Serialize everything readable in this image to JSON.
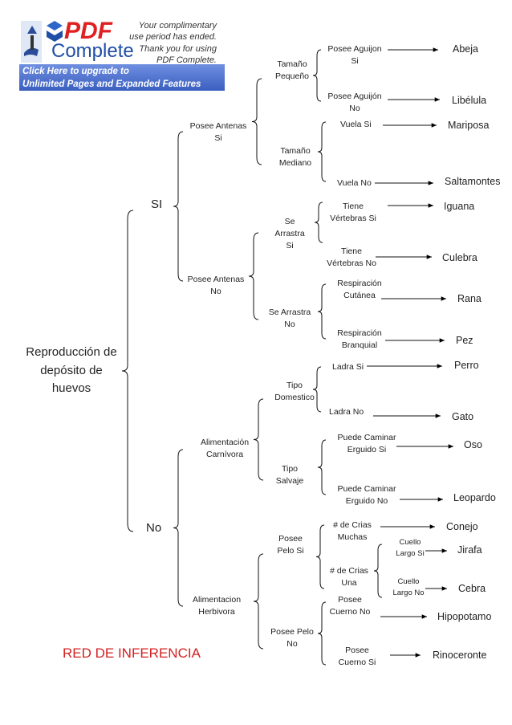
{
  "banner": {
    "brand_pdf": "PDF",
    "brand_complete": "Complete",
    "slogan": [
      "Your complimentary",
      "use period has ended.",
      "Thank you for using",
      "PDF Complete."
    ],
    "upgrade_line1": "Click Here to upgrade to",
    "upgrade_line2": "Unlimited Pages and Expanded Features"
  },
  "title": "RED DE INFERENCIA",
  "root": [
    "Reproducción de",
    "depósito de",
    "huevos"
  ],
  "level1": {
    "si": "SI",
    "no": "No"
  },
  "level2": {
    "antenas_si": [
      "Posee Antenas",
      "Si"
    ],
    "antenas_no": [
      "Posee Antenas",
      "No"
    ],
    "carnivora": [
      "Alimentación",
      "Carnívora"
    ],
    "herbivora": [
      "Alimentacion",
      "Herbivora"
    ]
  },
  "level3": {
    "tam_pequeno": [
      "Tamaño",
      "Pequeño"
    ],
    "tam_mediano": [
      "Tamaño",
      "Mediano"
    ],
    "arrastra_si": [
      "Se",
      "Arrastra",
      "Si"
    ],
    "arrastra_no": [
      "Se Arrastra",
      "No"
    ],
    "domestico": [
      "Tipo",
      "Domestico"
    ],
    "salvaje": [
      "Tipo",
      "Salvaje"
    ],
    "pelo_si": [
      "Posee",
      "Pelo Si"
    ],
    "pelo_no": [
      "Posee Pelo",
      "No"
    ]
  },
  "level4": {
    "aguijon_si": [
      "Posee Aguijon",
      "Si"
    ],
    "aguijon_no": [
      "Posee Aguijón",
      "No"
    ],
    "vuela_si": "Vuela  Si",
    "vuela_no": "Vuela No",
    "vert_si": [
      "Tiene",
      "Vértebras Si"
    ],
    "vert_no": [
      "Tiene",
      "Vértebras No"
    ],
    "resp_cut": [
      "Respiración",
      "Cutánea"
    ],
    "resp_bra": [
      "Respiración",
      "Branquial"
    ],
    "ladra_si": "Ladra Si",
    "ladra_no": "Ladra No",
    "erguido_si": [
      "Puede Caminar",
      "Erguido Si"
    ],
    "erguido_no": [
      "Puede Caminar",
      "Erguido No"
    ],
    "crias_muchas": [
      "# de Crias",
      "Muchas"
    ],
    "crias_una": [
      "# de Crias",
      "Una"
    ],
    "cuerno_no": [
      "Posee",
      "Cuerno No"
    ],
    "cuerno_si": [
      "Posee",
      "Cuerno  Si"
    ]
  },
  "level5": {
    "cuello_si": [
      "Cuello",
      "Largo Si"
    ],
    "cuello_no": [
      "Cuello",
      "Largo No"
    ]
  },
  "animals": {
    "abeja": "Abeja",
    "libelula": "Libélula",
    "mariposa": "Mariposa",
    "saltamontes": "Saltamontes",
    "iguana": "Iguana",
    "culebra": "Culebra",
    "rana": "Rana",
    "pez": "Pez",
    "perro": "Perro",
    "gato": "Gato",
    "oso": "Oso",
    "leopardo": "Leopardo",
    "conejo": "Conejo",
    "jirafa": "Jirafa",
    "cebra": "Cebra",
    "hipopotamo": "Hipopotamo",
    "rinoceronte": "Rinoceronte"
  }
}
